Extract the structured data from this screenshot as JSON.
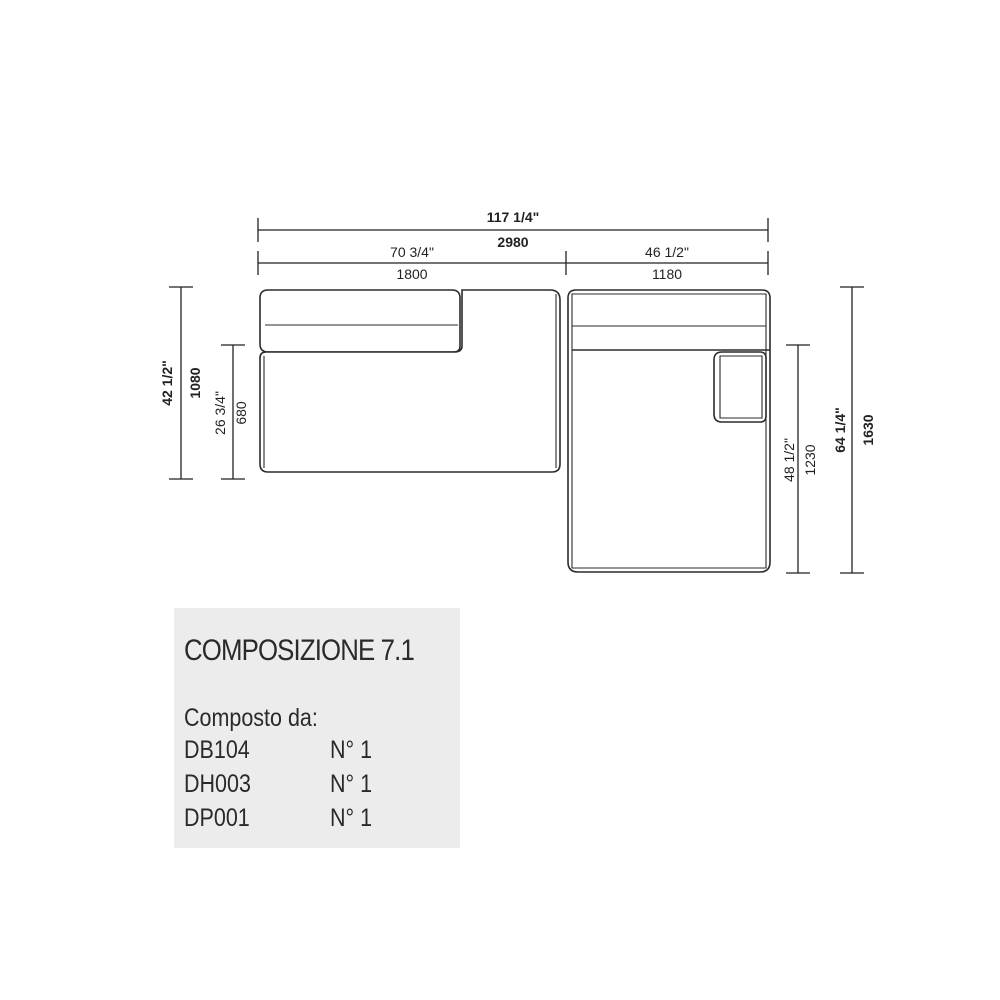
{
  "dimensions": {
    "total_width_imperial": "117 1/4\"",
    "total_width_metric": "2980",
    "left_width_imperial": "70 3/4\"",
    "left_width_metric": "1800",
    "right_width_imperial": "46 1/2\"",
    "right_width_metric": "1180",
    "left_depth_imperial": "42 1/2\"",
    "left_depth_metric": "1080",
    "seat_depth_imperial": "26 3/4\"",
    "seat_depth_metric": "680",
    "chaise_depth_imperial": "48 1/2\"",
    "chaise_depth_metric": "1230",
    "total_depth_imperial": "64 1/4\"",
    "total_depth_metric": "1630"
  },
  "info": {
    "title": "COMPOSIZIONE 7.1",
    "subtitle": "Composto da:",
    "items": [
      {
        "code": "DB104",
        "qty": "N° 1"
      },
      {
        "code": "DH003",
        "qty": "N° 1"
      },
      {
        "code": "DP001",
        "qty": "N° 1"
      }
    ]
  }
}
